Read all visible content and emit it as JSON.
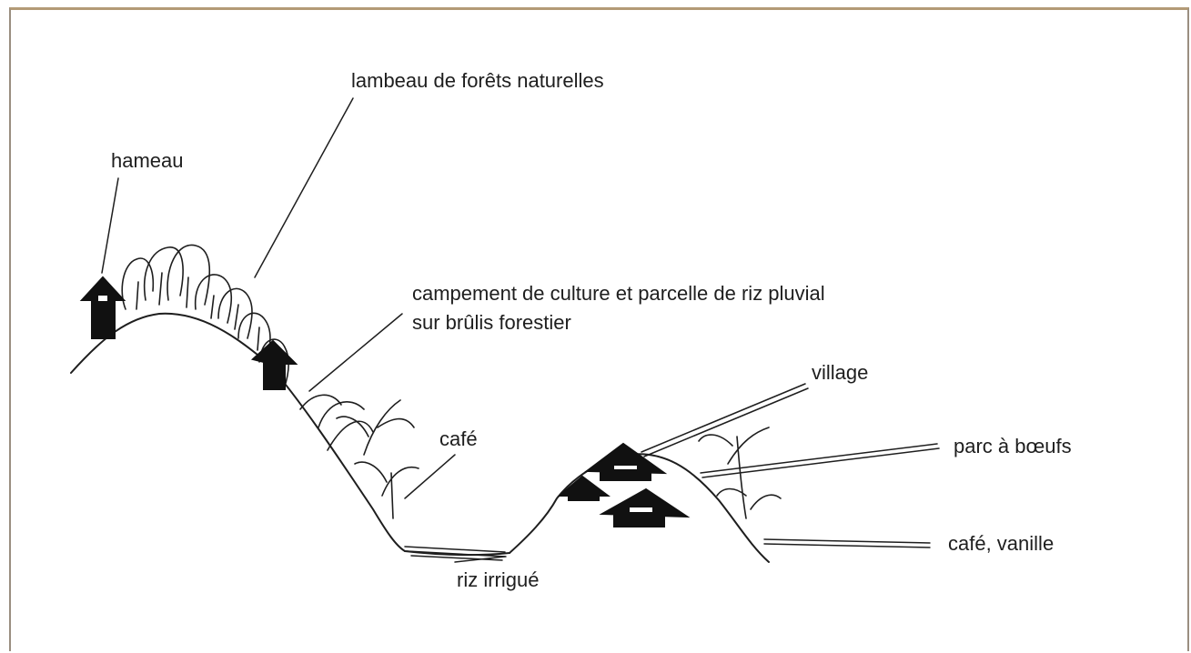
{
  "diagram": {
    "labels": {
      "hameau": "hameau",
      "lambeau": "lambeau de forêts naturelles",
      "campement_line1": "campement de culture et parcelle de riz pluvial",
      "campement_line2": "sur brûlis forestier",
      "village": "village",
      "cafe": "café",
      "parc": "parc à bœufs",
      "riz_irrigue": "riz irrigué",
      "cafe_vanille": "café, vanille"
    },
    "colors": {
      "ink": "#1e1e1e",
      "frame": "#b39a76"
    }
  }
}
